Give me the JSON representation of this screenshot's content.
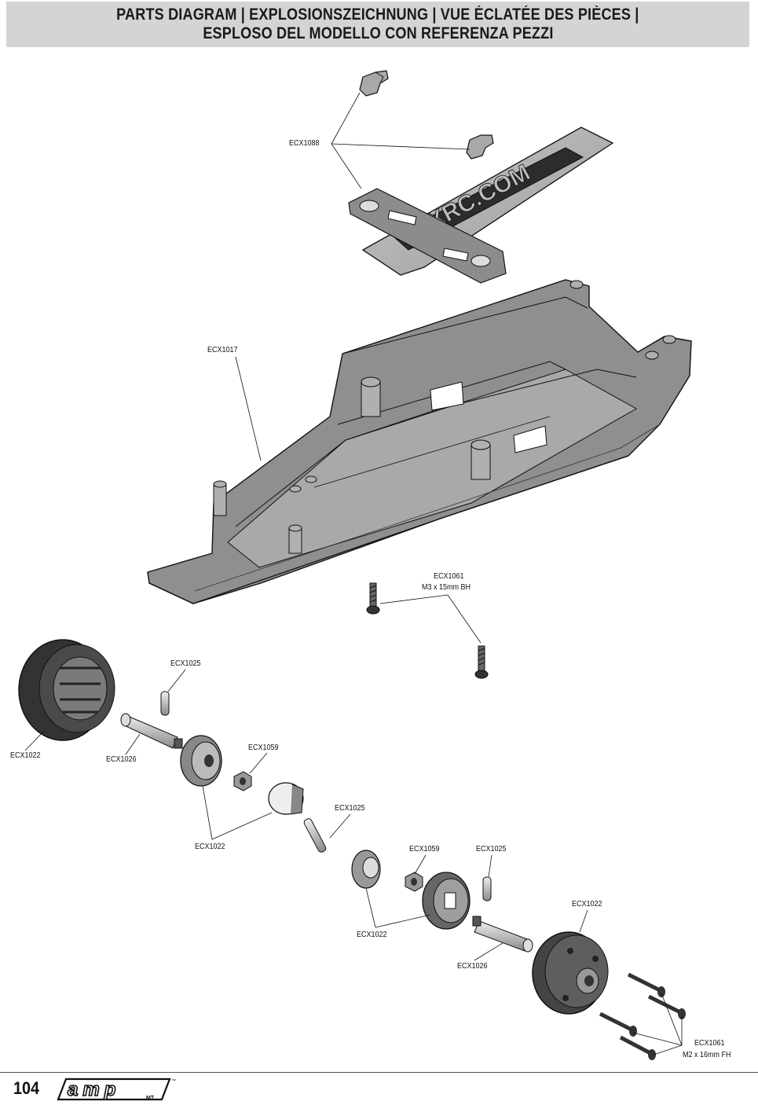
{
  "header": {
    "line1": "PARTS DIAGRAM | EXPLOSIONSZEICHNUNG | VUE ÉCLATÉE DES PIÈCES |",
    "line2": "ESPLOSO DEL MODELLO CON REFERENZA PEZZI"
  },
  "parts": {
    "ecx1088": "ECX1088",
    "ecx1017": "ECX1017",
    "ecx1061_top": "ECX1061",
    "ecx1061_top_spec": "M3 x 15mm BH",
    "ecx1025_a": "ECX1025",
    "ecx1022_a": "ECX1022",
    "ecx1026_a": "ECX1026",
    "ecx1059_a": "ECX1059",
    "ecx1022_b": "ECX1022",
    "ecx1025_b": "ECX1025",
    "ecx1059_b": "ECX1059",
    "ecx1025_c": "ECX1025",
    "ecx1022_c": "ECX1022",
    "ecx1022_d": "ECX1022",
    "ecx1026_b": "ECX1026",
    "ecx1061_bottom": "ECX1061",
    "ecx1061_bottom_spec": "M2 x 16mm FH"
  },
  "footer": {
    "page_number": "104",
    "logo_text": "amp",
    "logo_sub": "MT",
    "logo_tm": "™"
  },
  "brand_text": "ECXRC.COM"
}
